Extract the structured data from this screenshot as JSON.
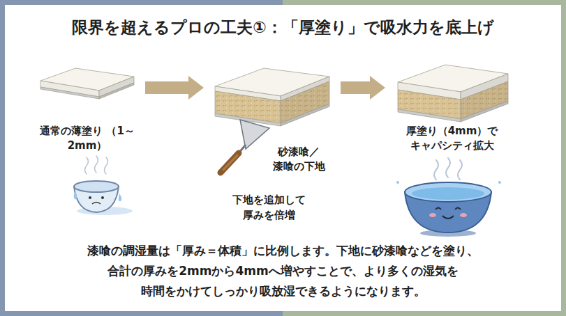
{
  "diagram": {
    "title": "限界を超えるプロの工夫①：「厚塗り」で吸水力を底上げ",
    "caption": "漆喰の調湿量は「厚み＝体積」に比例します。下地に砂漆喰などを塗り、 合計の厚みを2mmから4mmへ増やすことで、より多くの湿気を 時間をかけてしっかり吸放湿できるようになります。",
    "nodes": [
      {
        "text": [
          "通常の薄塗り （1～2mm）"
        ]
      },
      {
        "text": [
          "砂漆喰／ 漆喰の下地"
        ]
      },
      {
        "text": [
          "厚塗り（4mm）で キャパシティ拡大"
        ]
      }
    ],
    "edges": [
      {
        "from": 0,
        "to": 1,
        "arrow": "to"
      },
      {
        "from": 1,
        "to": 2,
        "arrow": "to"
      }
    ],
    "labels": [
      "下地を追加して 厚みを倍増"
    ]
  }
}
